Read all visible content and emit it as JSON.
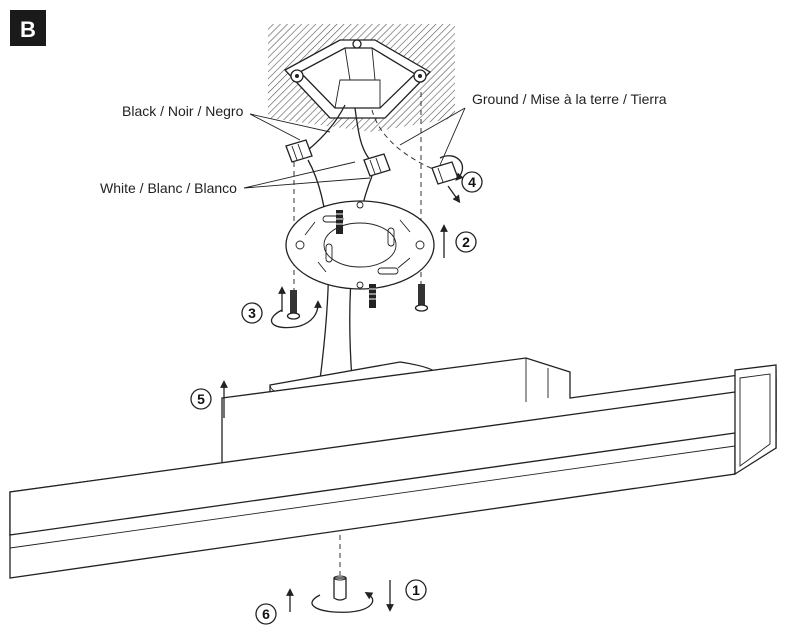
{
  "figure": {
    "badge": "B",
    "labels": {
      "black": "Black / Noir / Negro",
      "white": "White / Blanc / Blanco",
      "ground": "Ground / Mise à la terre / Tierra"
    },
    "steps": [
      "1",
      "2",
      "3",
      "4",
      "5",
      "6"
    ]
  },
  "colors": {
    "badge_bg": "#1a1a1a",
    "line": "#222222",
    "hatch": "#555555"
  }
}
